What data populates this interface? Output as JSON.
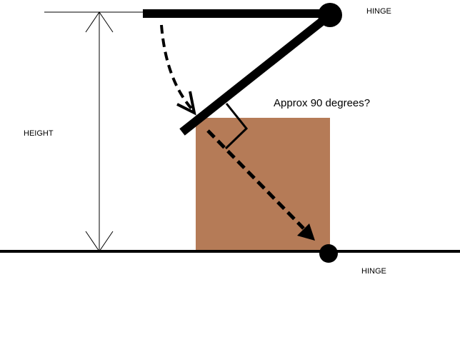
{
  "labels": {
    "hinge_top": "HINGE",
    "hinge_bottom": "HINGE",
    "height": "HEIGHT",
    "question": "Approx 90 degrees?"
  },
  "colors": {
    "box": "#b57b57",
    "ink": "#000000"
  }
}
